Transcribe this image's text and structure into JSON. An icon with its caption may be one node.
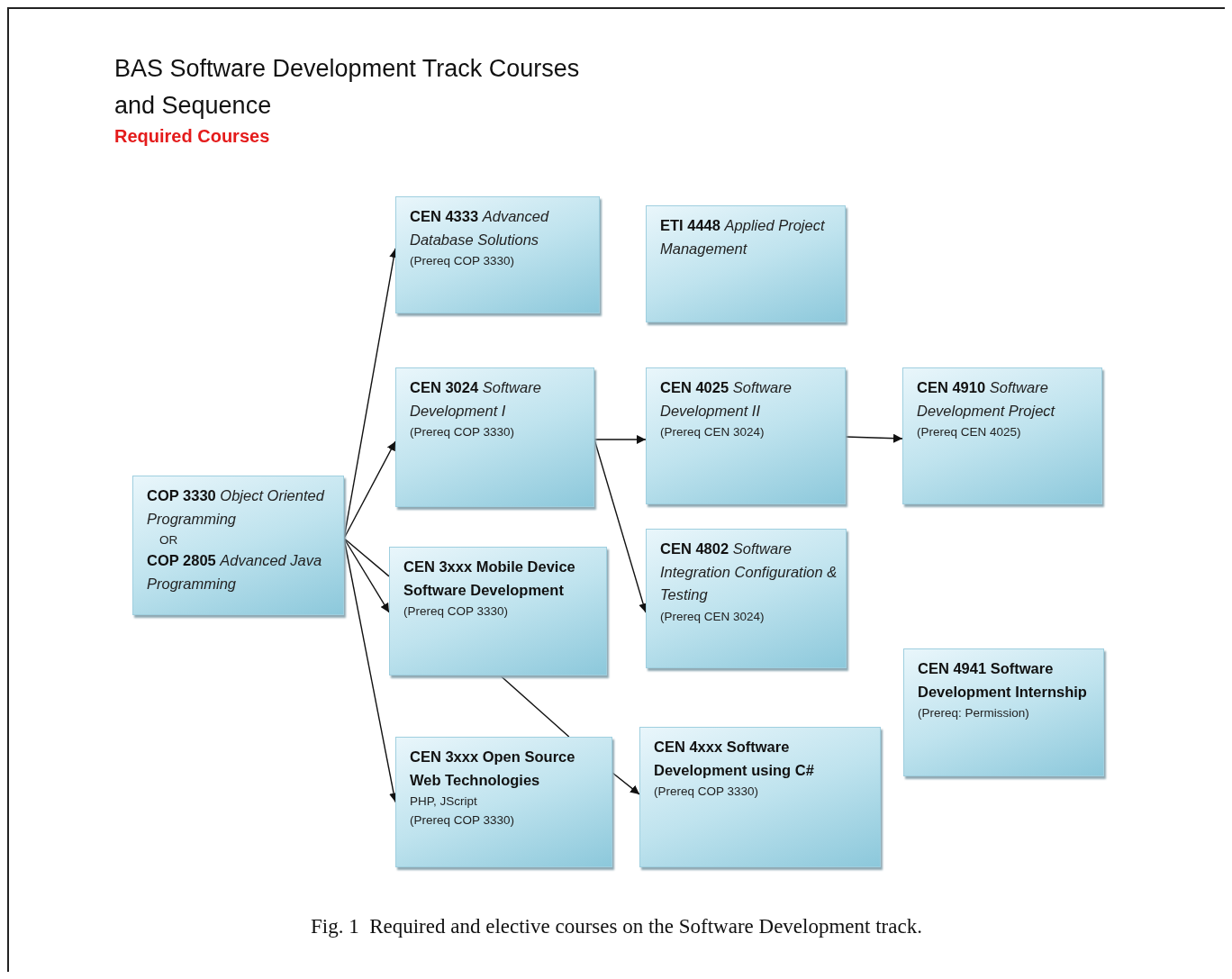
{
  "diagram": {
    "title": "BAS Software Development Track Courses and Sequence",
    "caption": "Fig. 1  Required and elective courses on the Software Development track.",
    "nodes": [
      {
        "text": [
          "**COP 3330** *Object Oriented Programming*",
          "OR",
          "**COP 2805** *Advanced Java Programming*"
        ]
      },
      {
        "text": [
          "**CEN 4333** *Advanced Database Solutions*",
          "(Prereq COP 3330)"
        ]
      },
      {
        "text": [
          "**ETI 4448** *Applied Project Management*"
        ]
      },
      {
        "text": [
          "**CEN 3024** *Software Development I*",
          "(Prereq COP 3330)"
        ]
      },
      {
        "text": [
          "**CEN 4025** *Software Development II*",
          "(Prereq CEN 3024)"
        ]
      },
      {
        "text": [
          "**CEN 4910** *Software Development Project*",
          "(Prereq CEN 4025)"
        ]
      },
      {
        "text": [
          "**CEN 3xxx Mobile Device Software Development**",
          "(Prereq COP 3330)"
        ]
      },
      {
        "text": [
          "**CEN 4802** *Software Integration Configuration & Testing*",
          "(Prereq CEN 3024)"
        ]
      },
      {
        "text": [
          "**CEN 4941 Software Development Internship**",
          "(Prereq: Permission)"
        ]
      },
      {
        "text": [
          "**CEN 3xxx Open Source Web Technologies**",
          "PHP, JScript",
          "(Prereq COP 3330)"
        ]
      },
      {
        "text": [
          "**CEN 4xxx Software Development using C#**",
          "(Prereq COP 3330)"
        ]
      }
    ],
    "edges": [
      {
        "from": 0,
        "to": 1,
        "arrow": "to"
      },
      {
        "from": 0,
        "to": 3,
        "arrow": "to"
      },
      {
        "from": 0,
        "to": 6,
        "arrow": "none"
      },
      {
        "from": 0,
        "to": 6,
        "arrow": "to"
      },
      {
        "from": 0,
        "to": 9,
        "arrow": "to"
      },
      {
        "from": 3,
        "to": 4,
        "arrow": "to"
      },
      {
        "from": 3,
        "to": 7,
        "arrow": "to"
      },
      {
        "from": 4,
        "to": 5,
        "arrow": "to"
      },
      {
        "from": 6,
        "to": 9,
        "arrow": "none"
      },
      {
        "from": 9,
        "to": 10,
        "arrow": "to"
      }
    ],
    "labels": [
      "Required Courses"
    ]
  }
}
